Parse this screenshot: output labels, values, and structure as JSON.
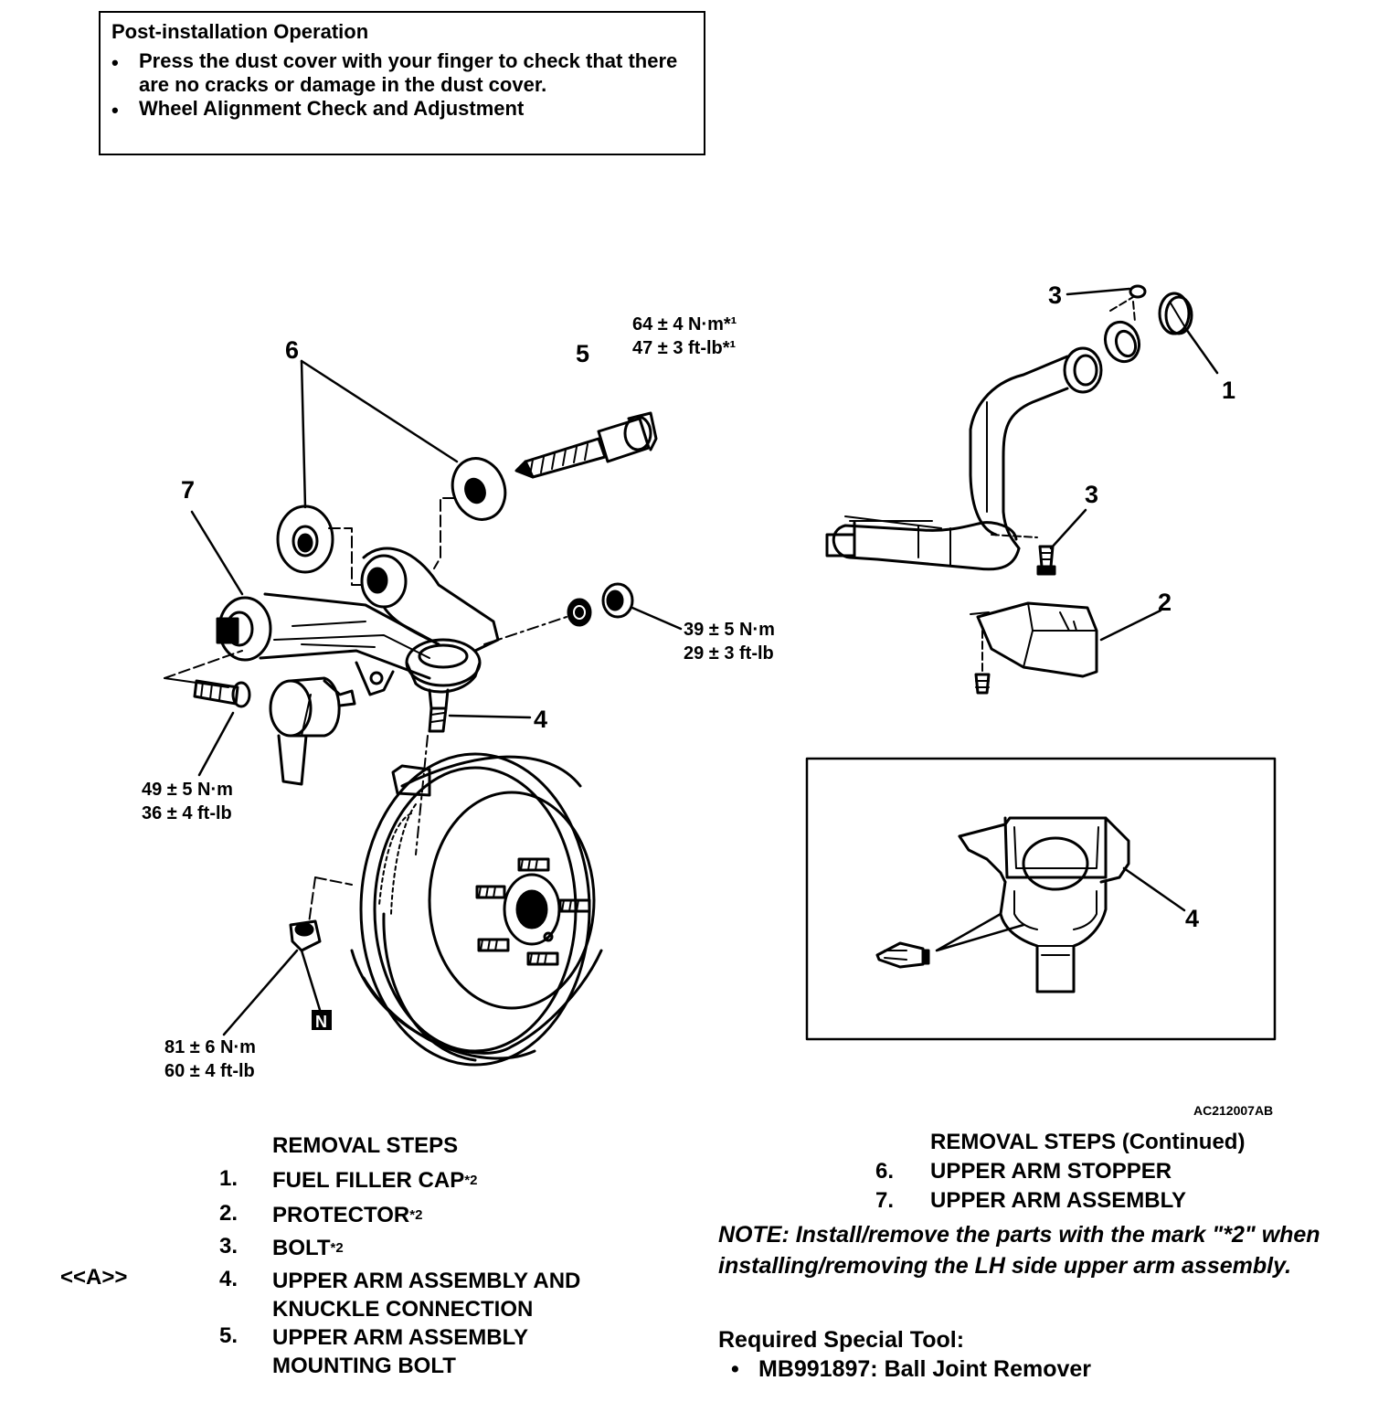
{
  "post_install": {
    "title": "Post-installation Operation",
    "items": [
      "Press the dust cover with your finger to check that there",
      "are no cracks or damage in the dust cover.",
      "Wheel Alignment Check and Adjustment"
    ]
  },
  "callouts": {
    "c1": "1",
    "c2": "2",
    "c3a": "3",
    "c3b": "3",
    "c4a": "4",
    "c4b": "4",
    "c5": "5",
    "c6": "6",
    "c7": "7",
    "n_mark": "N"
  },
  "torques": {
    "t5_a": "64 ± 4 N·m*¹",
    "t5_b": "47 ± 3 ft-lb*¹",
    "t4_a": "39 ± 5 N·m",
    "t4_b": "29 ± 3 ft-lb",
    "t7_a": "49 ± 5 N·m",
    "t7_b": "36 ± 4 ft-lb",
    "tn_a": "81 ± 6 N·m",
    "tn_b": "60 ± 4 ft-lb"
  },
  "figure_code": "AC212007AB",
  "removal": {
    "heading": "REMOVAL STEPS",
    "steps": [
      {
        "num": "1.",
        "text": "FUEL FILLER CAP",
        "sup": "*2"
      },
      {
        "num": "2.",
        "text": "PROTECTOR",
        "sup": "*2"
      },
      {
        "num": "3.",
        "text": "BOLT",
        "sup": "*2"
      },
      {
        "num": "4.",
        "text": "UPPER ARM ASSEMBLY AND",
        "text2": "KNUCKLE CONNECTION"
      },
      {
        "num": "5.",
        "text": "UPPER ARM ASSEMBLY",
        "text2": "MOUNTING BOLT"
      }
    ],
    "marker": "<<A>>"
  },
  "removal_cont": {
    "heading": "REMOVAL STEPS (Continued)",
    "steps": [
      {
        "num": "6.",
        "text": "UPPER ARM STOPPER"
      },
      {
        "num": "7.",
        "text": "UPPER ARM ASSEMBLY"
      }
    ]
  },
  "note": "NOTE: Install/remove the parts with the mark \"*2\" when installing/removing the LH side upper arm assembly.",
  "tool": {
    "heading": "Required Special Tool:",
    "item": "MB991897: Ball Joint Remover"
  }
}
